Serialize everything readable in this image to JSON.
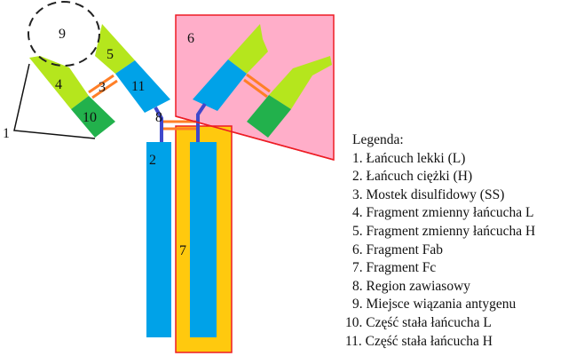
{
  "colors": {
    "variable": "#b5e61d",
    "constant_heavy": "#00a2e8",
    "constant_light": "#22b14c",
    "disulfide": "#ff7f27",
    "hinge": "#3f48cc",
    "fab_fill": "#ffaec9",
    "fc_fill": "#ffc90e",
    "outline_red": "#ed1c24"
  },
  "labels": {
    "n1": "1",
    "n2": "2",
    "n3": "3",
    "n4": "4",
    "n5": "5",
    "n6": "6",
    "n7": "7",
    "n8": "8",
    "n9": "9",
    "n10": "10",
    "n11": "11"
  },
  "legend": {
    "title": "Legenda:",
    "items": [
      "1. Łańcuch lekki (L)",
      "2. Łańcuch ciężki (H)",
      "3. Mostek disulfidowy (SS)",
      "4. Fragment zmienny łańcucha L",
      "5. Fragment zmienny łańcucha H",
      "6. Fragment Fab",
      "7. Fragment Fc",
      "8. Region zawiasowy",
      "9. Miejsce wiązania antygenu",
      "10. Część stała łańcucha L",
      "11. Część stała łańcucha H"
    ]
  }
}
